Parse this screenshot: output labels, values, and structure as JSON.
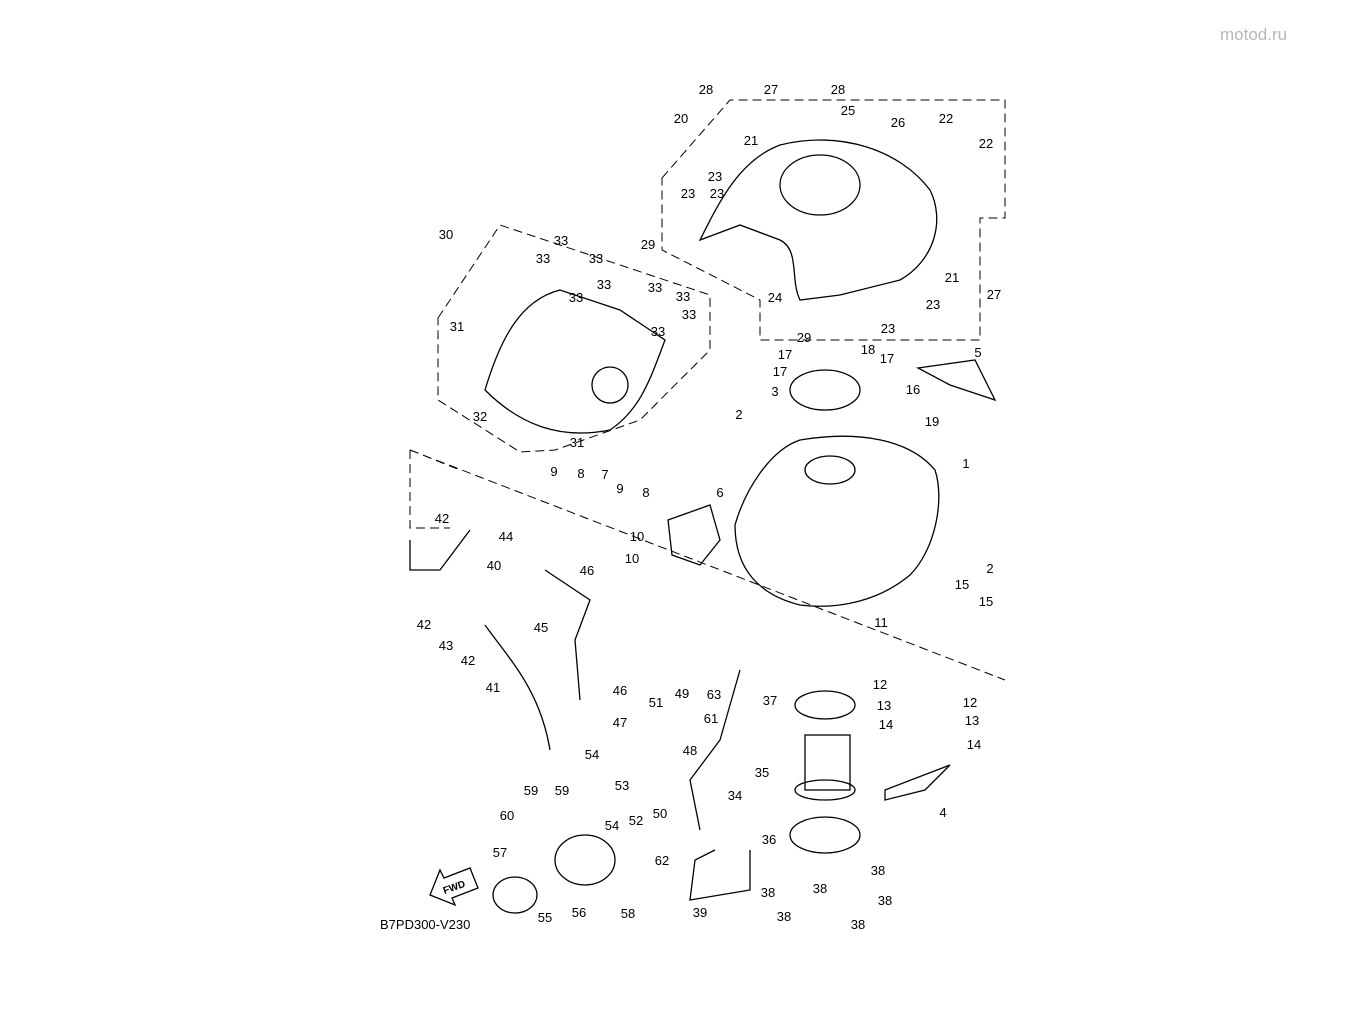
{
  "watermark": "motod.ru",
  "diagram_code": "B7PD300-V230",
  "fwd_label": "FWD",
  "callouts": [
    "28",
    "27",
    "28",
    "20",
    "25",
    "26",
    "21",
    "22",
    "22",
    "23",
    "23",
    "23",
    "29",
    "24",
    "21",
    "27",
    "23",
    "23",
    "29",
    "30",
    "33",
    "33",
    "33",
    "33",
    "33",
    "33",
    "33",
    "33",
    "33",
    "31",
    "32",
    "31",
    "17",
    "18",
    "17",
    "17",
    "16",
    "3",
    "5",
    "19",
    "2",
    "1",
    "2",
    "9",
    "8",
    "7",
    "9",
    "8",
    "6",
    "10",
    "10",
    "42",
    "44",
    "40",
    "46",
    "45",
    "42",
    "43",
    "42",
    "41",
    "15",
    "15",
    "11",
    "12",
    "12",
    "13",
    "13",
    "14",
    "14",
    "46",
    "51",
    "49",
    "63",
    "37",
    "47",
    "61",
    "54",
    "48",
    "35",
    "53",
    "34",
    "59",
    "59",
    "60",
    "52",
    "50",
    "54",
    "36",
    "4",
    "57",
    "62",
    "38",
    "38",
    "38",
    "38",
    "38",
    "38",
    "39",
    "55",
    "56",
    "58"
  ]
}
